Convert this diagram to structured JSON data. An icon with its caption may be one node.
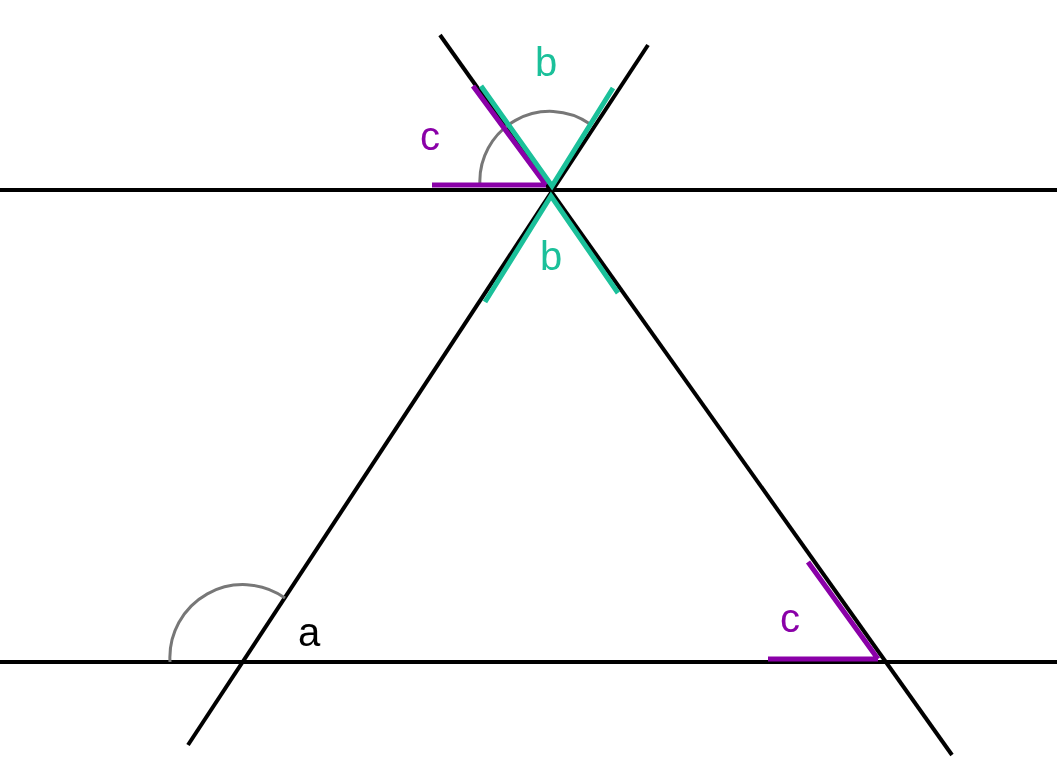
{
  "diagram": {
    "labels": [
      "b",
      "c",
      "b",
      "a",
      "c"
    ]
  }
}
